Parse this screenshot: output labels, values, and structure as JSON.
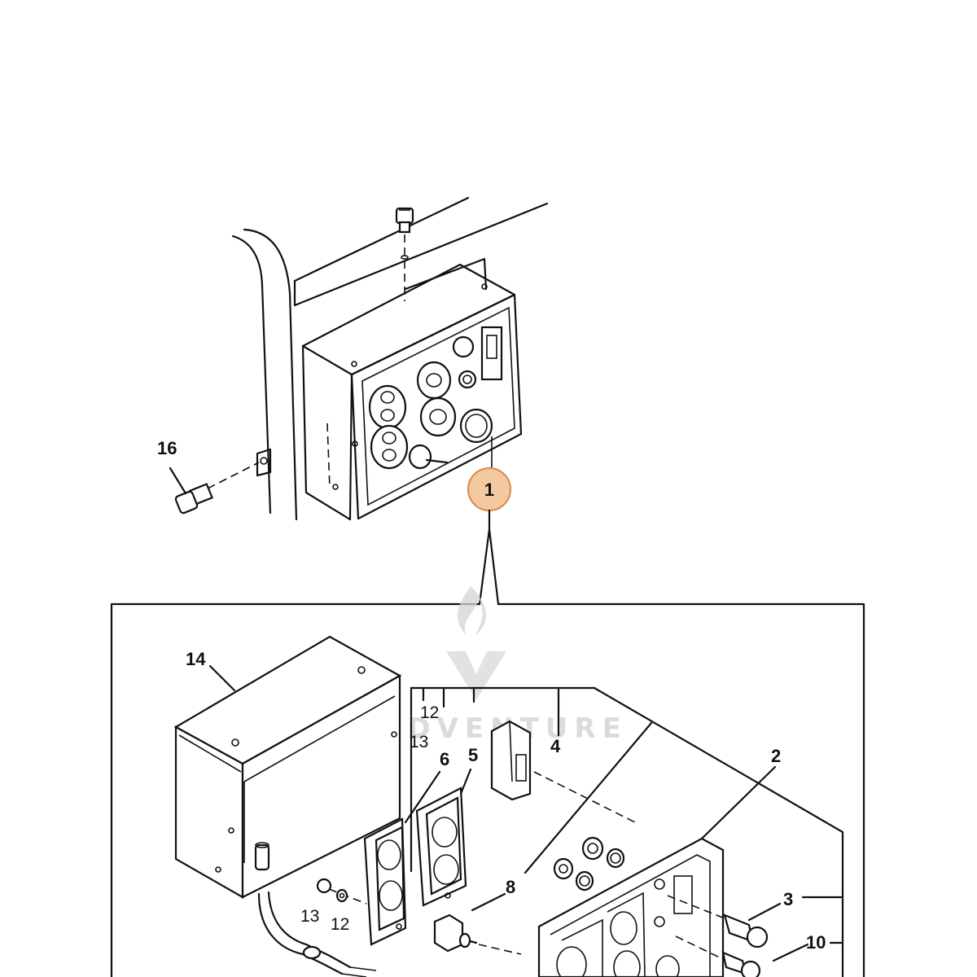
{
  "callouts": {
    "c1": "1",
    "c2": "2",
    "c3": "3",
    "c4": "4",
    "c5": "5",
    "c6": "6",
    "c8": "8",
    "c10": "10",
    "c12a": "12",
    "c12b": "12",
    "c13a": "13",
    "c13b": "13",
    "c14": "14",
    "c16": "16"
  },
  "watermark": "LEADVENTURE",
  "colors": {
    "highlight_fill": "#f4c9a0",
    "highlight_stroke": "#d9884a",
    "watermark": "#cfcfcf"
  }
}
